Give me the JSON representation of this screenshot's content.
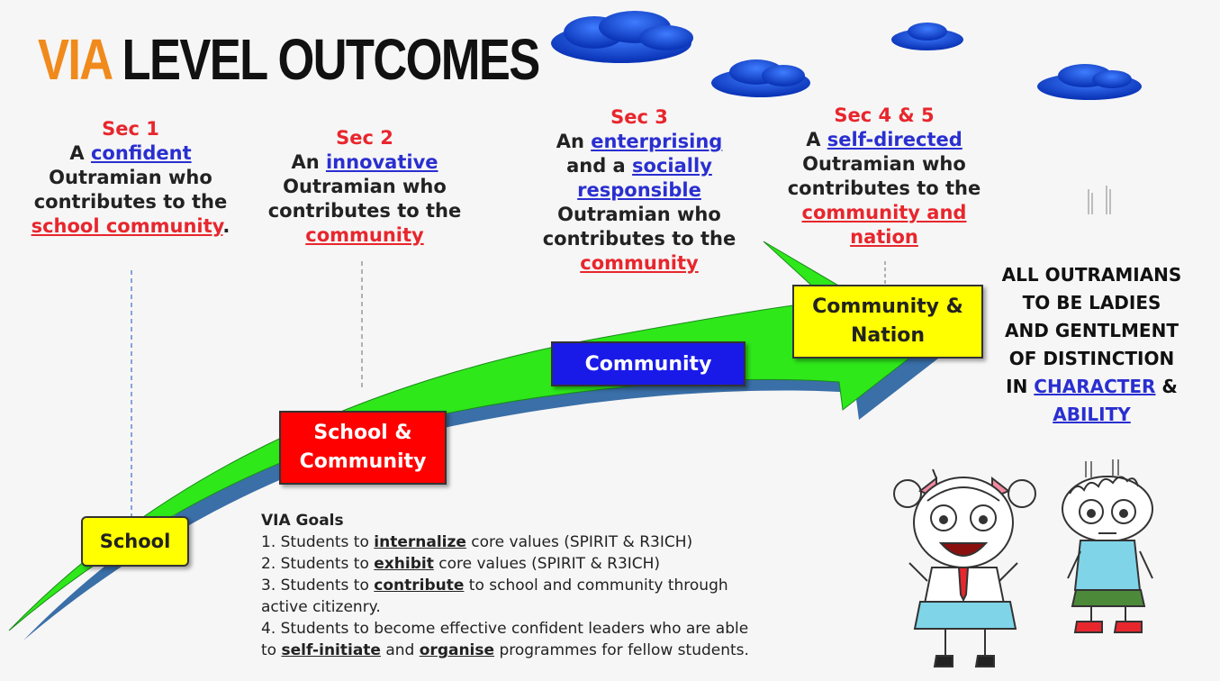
{
  "title": {
    "via": "VIA",
    "rest": " LEVEL OUTCOMES"
  },
  "levels": [
    {
      "heading": "Sec 1",
      "l1": "A ",
      "l1u": "confident",
      "l2": "Outramian who",
      "l3": "contributes to the",
      "l4u": "school community",
      "l4": "."
    },
    {
      "heading": "Sec 2",
      "l1": "An ",
      "l1u": "innovative",
      "l2": "Outramian who",
      "l3": "contributes to the",
      "l4u": "community"
    },
    {
      "heading": "Sec 3",
      "l1": "An ",
      "l1u": "enterprising",
      "l2": "and a ",
      "l2u": "socially",
      "l3u": "responsible",
      "l4": "Outramian who",
      "l5": "contributes to the",
      "l6u": "community"
    },
    {
      "heading": "Sec 4 & 5",
      "l1": "A ",
      "l1u": "self-directed",
      "l2": "Outramian who",
      "l3": "contributes to the",
      "l4u": "community and",
      "l5u": "nation"
    }
  ],
  "stages": {
    "school": "School",
    "school_community_1": "School &",
    "school_community_2": "Community",
    "community": "Community",
    "nation_1": "Community &",
    "nation_2": "Nation"
  },
  "outcome": {
    "l1": "ALL OUTRAMIANS",
    "l2": "TO BE LADIES",
    "l3": "AND GENTLMENT",
    "l4": "OF DISTINCTION",
    "l5a": "IN ",
    "l5u": "CHARACTER",
    "l5b": " &",
    "l6u": "ABILITY"
  },
  "goals": {
    "title": "VIA Goals",
    "g1a": "1. Students to ",
    "g1u": "internalize",
    "g1b": " core values (SPIRIT & R3ICH)",
    "g2a": "2. Students to ",
    "g2u": "exhibit",
    "g2b": " core values (SPIRIT & R3ICH)",
    "g3a": "3. Students to ",
    "g3u": "contribute",
    "g3b": " to school and community through",
    "g3c": "active citizenry.",
    "g4a": "4. Students to become effective confident leaders who are able",
    "g4b": "to ",
    "g4u1": "self-initiate",
    "g4c": " and ",
    "g4u2": "organise",
    "g4d": " programmes for fellow students."
  },
  "colors": {
    "via": "#f08a1c",
    "arrow": "#2ee81a",
    "arrow_shadow": "#3a6fa8",
    "heading": "#e8262d",
    "link_blue": "#2a2fd0",
    "box_yellow": "#ffff00",
    "box_red": "#ff0000",
    "box_blue": "#1a1ae8",
    "cloud": "#1a4fd8"
  }
}
